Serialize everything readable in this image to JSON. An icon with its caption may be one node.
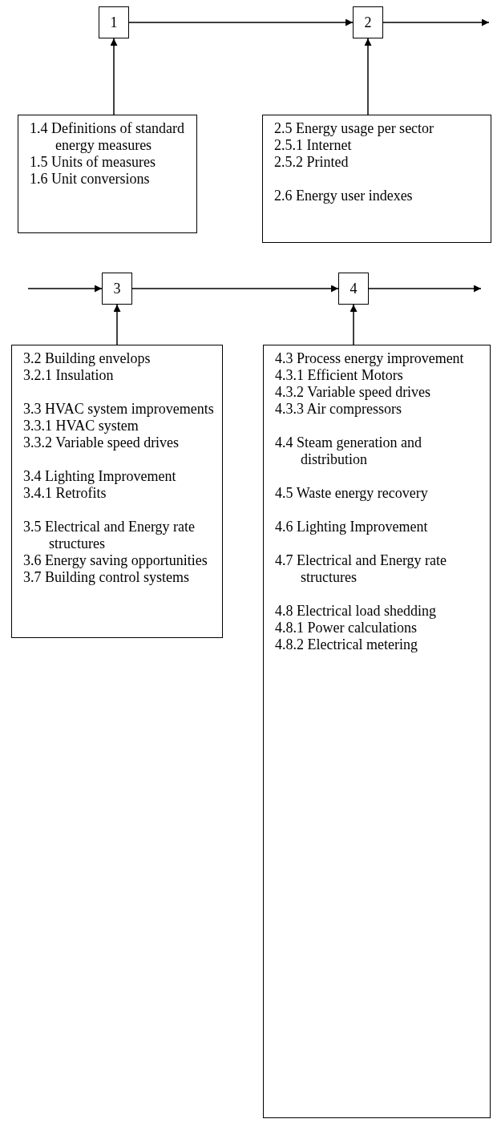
{
  "diagram": {
    "nodes": [
      {
        "text": [
          "1"
        ]
      },
      {
        "text": [
          "2"
        ]
      },
      {
        "text": [
          "1.4 Definitions of standard energy measures",
          "1.5 Units of measures",
          "1.6 Unit conversions"
        ]
      },
      {
        "text": [
          "2.5 Energy usage per sector",
          "2.5.1 Internet",
          "2.5.2 Printed",
          "2.6 Energy user indexes"
        ]
      },
      {
        "text": [
          "3"
        ]
      },
      {
        "text": [
          "4"
        ]
      },
      {
        "text": [
          "3.2 Building envelops",
          "3.2.1 Insulation",
          "3.3 HVAC system improvements",
          "3.3.1 HVAC system",
          "3.3.2 Variable speed drives",
          "3.4 Lighting Improvement",
          "3.4.1 Retrofits",
          "3.5 Electrical and Energy rate structures",
          "3.6 Energy saving opportunities",
          "3.7 Building control systems"
        ]
      },
      {
        "text": [
          "4.3 Process energy improvement",
          "4.3.1 Efficient Motors",
          "4.3.2 Variable speed drives",
          "4.3.3 Air compressors",
          "4.4 Steam generation and distribution",
          "4.5 Waste energy recovery",
          "4.6 Lighting Improvement",
          "4.7 Electrical and Energy rate structures",
          "4.8 Electrical load shedding",
          "4.8.1 Power calculations",
          "4.8.2 Electrical metering"
        ]
      }
    ],
    "edges": [
      {
        "from": 0,
        "to": 1,
        "arrow": "to"
      },
      {
        "from": 1,
        "to": null,
        "arrow": "to"
      },
      {
        "from": 2,
        "to": 0,
        "arrow": "to"
      },
      {
        "from": 3,
        "to": 1,
        "arrow": "to"
      },
      {
        "from": null,
        "to": 4,
        "arrow": "to"
      },
      {
        "from": 4,
        "to": 5,
        "arrow": "to"
      },
      {
        "from": 5,
        "to": null,
        "arrow": "to"
      },
      {
        "from": 6,
        "to": 4,
        "arrow": "to"
      },
      {
        "from": 7,
        "to": 5,
        "arrow": "to"
      }
    ]
  }
}
